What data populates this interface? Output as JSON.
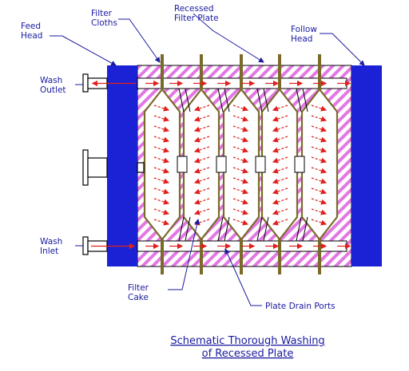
{
  "labels": {
    "feed_head": [
      "Feed",
      "Head"
    ],
    "filter_cloths": [
      "Filter",
      "Cloths"
    ],
    "recessed_filter_plate": [
      "Recessed",
      "Filter Plate"
    ],
    "follow_head": [
      "Follow",
      "Head"
    ],
    "wash_outlet": [
      "Wash",
      "Outlet"
    ],
    "wash_inlet": [
      "Wash",
      "Inlet"
    ],
    "filter_cake": [
      "Filter",
      "Cake"
    ],
    "plate_drain_ports": "Plate Drain Ports"
  },
  "caption": [
    "Schematic Thorough Washing",
    "of Recessed Plate"
  ],
  "colors": {
    "head": "#1b22d6",
    "hatch": "#e377e3",
    "cloth": "#7a6a2a",
    "flow": "#e0201c",
    "label": "#1a1aa0",
    "pipe": "#000000"
  },
  "icons": [
    "hatch-pattern",
    "flow-arrow"
  ]
}
